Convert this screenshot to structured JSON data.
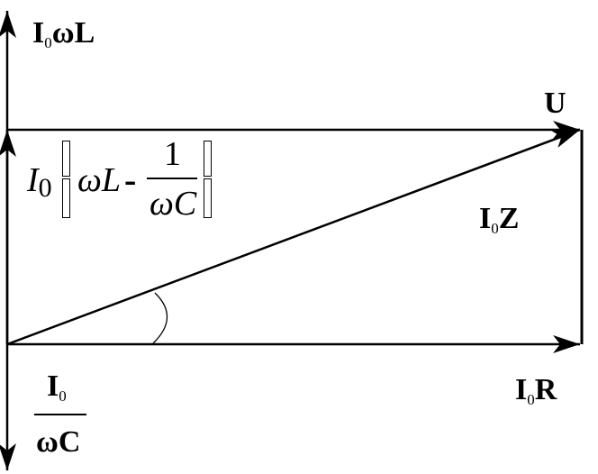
{
  "labels": {
    "inductive_voltage": {
      "base": "I",
      "sub": "0",
      "tail": "ωL"
    },
    "total_voltage": "U",
    "impedance_voltage": {
      "base": "I",
      "sub": "0",
      "tail": "Z"
    },
    "resistive_voltage": {
      "base": "I",
      "sub": "0",
      "tail": "R"
    },
    "capacitive_voltage": {
      "numerator": {
        "base": "I",
        "sub": "0"
      },
      "denominator": "ωC"
    },
    "reactive_voltage": {
      "prefix": {
        "base": "I",
        "sub": "0"
      },
      "term": "ωL",
      "minus": "-",
      "numerator": "1",
      "denominator": "ωC"
    }
  }
}
